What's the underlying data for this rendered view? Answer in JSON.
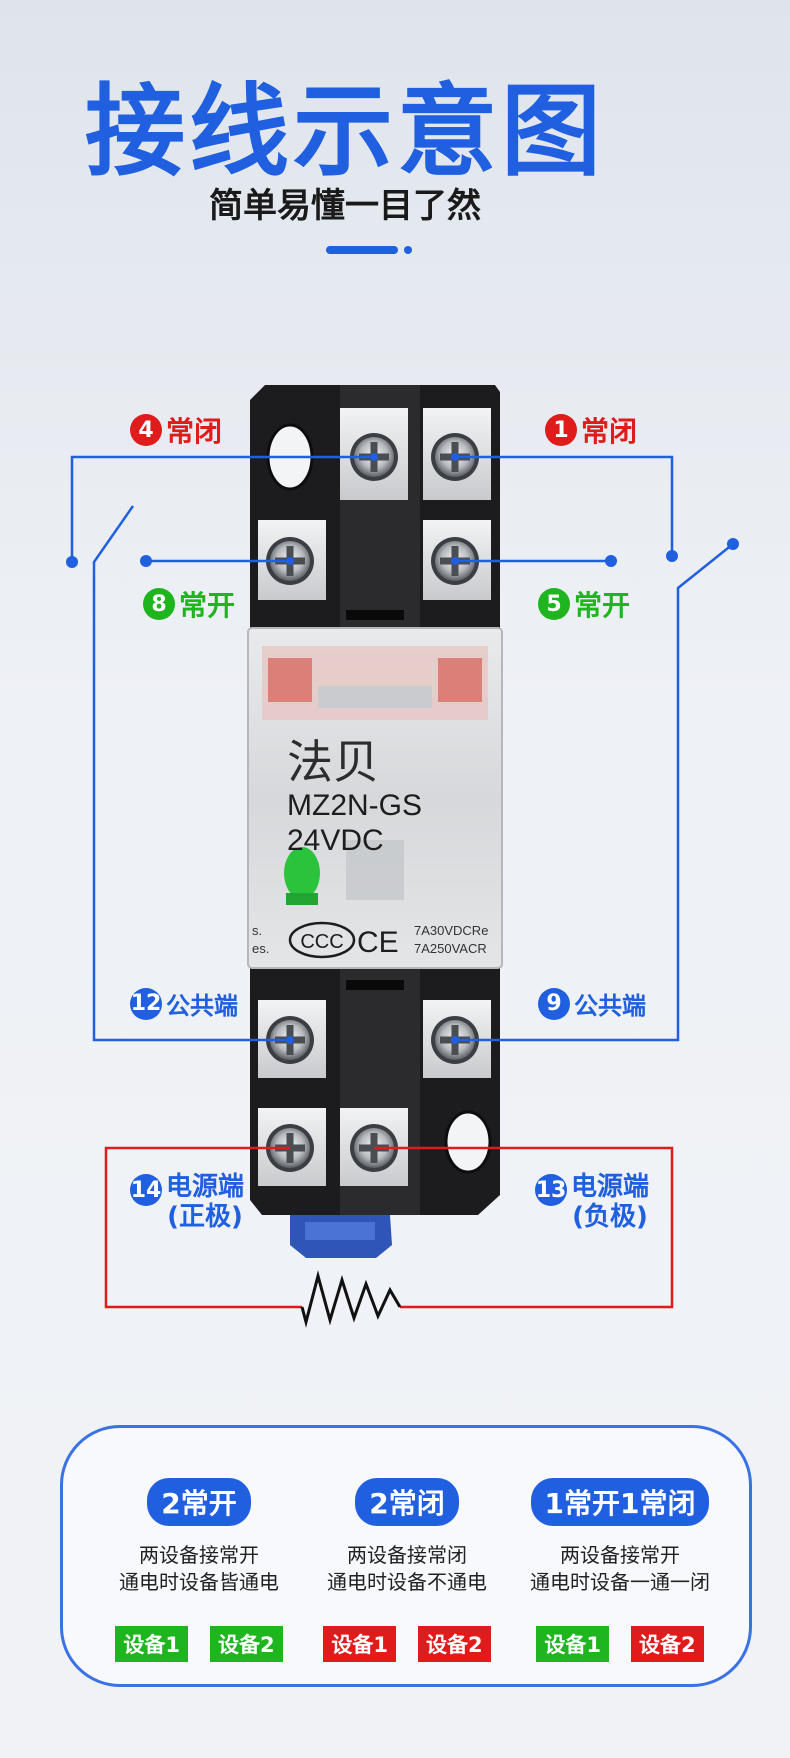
{
  "header": {
    "title": "接线示意图",
    "subtitle": "简单易懂一目了然"
  },
  "colors": {
    "blue": "#1f5fe0",
    "red": "#e01b1b",
    "green": "#1fb51f"
  },
  "relay": {
    "brand": "法贝",
    "model": "MZ2N-GS",
    "voltage": "24VDC",
    "cert": "CCC",
    "ce": "CE",
    "rating_dc": "7A30VDCRe",
    "rating_ac": "7A250VACR",
    "edge_text_1": "s.",
    "edge_text_2": "es."
  },
  "terminals": {
    "t4": {
      "num": "4",
      "label": "常闭"
    },
    "t1": {
      "num": "1",
      "label": "常闭"
    },
    "t8": {
      "num": "8",
      "label": "常开"
    },
    "t5": {
      "num": "5",
      "label": "常开"
    },
    "t12": {
      "num": "12",
      "label": "公共端"
    },
    "t9": {
      "num": "9",
      "label": "公共端"
    },
    "t14": {
      "num": "14",
      "label": "电源端",
      "sub": "(正极)"
    },
    "t13": {
      "num": "13",
      "label": "电源端",
      "sub": "(负极)"
    }
  },
  "modes": [
    {
      "title": "2常开",
      "line1": "两设备接常开",
      "line2": "通电时设备皆通电",
      "dev1": "设备1",
      "dev2": "设备2",
      "dev1_color": "green",
      "dev2_color": "green"
    },
    {
      "title": "2常闭",
      "line1": "两设备接常闭",
      "line2": "通电时设备不通电",
      "dev1": "设备1",
      "dev2": "设备2",
      "dev1_color": "red",
      "dev2_color": "red"
    },
    {
      "title": "1常开1常闭",
      "line1": "两设备接常开",
      "line2": "通电时设备一通一闭",
      "dev1": "设备1",
      "dev2": "设备2",
      "dev1_color": "green",
      "dev2_color": "red"
    }
  ]
}
